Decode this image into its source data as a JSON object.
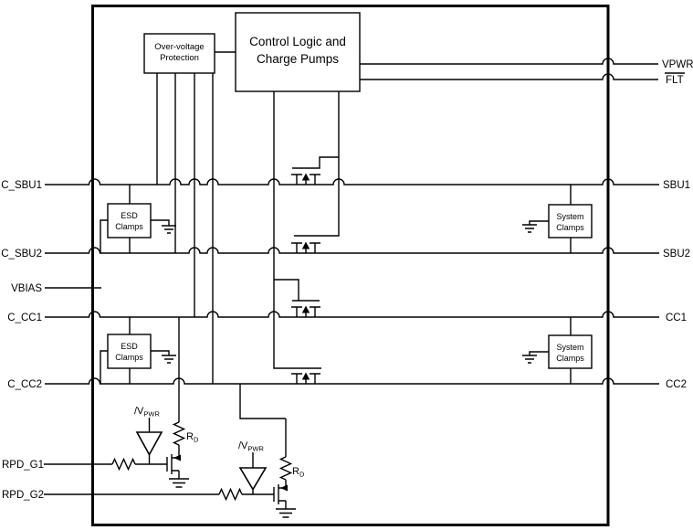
{
  "blocks": {
    "control_logic": {
      "line1": "Control Logic and",
      "line2": "Charge Pumps"
    },
    "overvoltage": {
      "line1": "Over-voltage",
      "line2": "Protection"
    },
    "esd_clamps": {
      "line1": "ESD",
      "line2": "Clamps"
    },
    "system_clamps": {
      "line1": "System",
      "line2": "Clamps"
    }
  },
  "pins": {
    "left": [
      {
        "name": "C_SBU1"
      },
      {
        "name": "C_SBU2"
      },
      {
        "name": "VBIAS"
      },
      {
        "name": "C_CC1"
      },
      {
        "name": "C_CC2"
      },
      {
        "name": "RPD_G1"
      },
      {
        "name": "RPD_G2"
      }
    ],
    "right": [
      {
        "name": "VPWR"
      },
      {
        "name": "FLT",
        "overline": "true"
      },
      {
        "name": "SBU1"
      },
      {
        "name": "SBU2"
      },
      {
        "name": "CC1"
      },
      {
        "name": "CC2"
      }
    ]
  },
  "components": {
    "rd_label": {
      "main": "R",
      "sub": "D"
    },
    "vpwr_gate_label": {
      "main": "/V",
      "sub": "PWR"
    }
  },
  "colors": {
    "line": "#000000",
    "background": "#ffffff"
  }
}
